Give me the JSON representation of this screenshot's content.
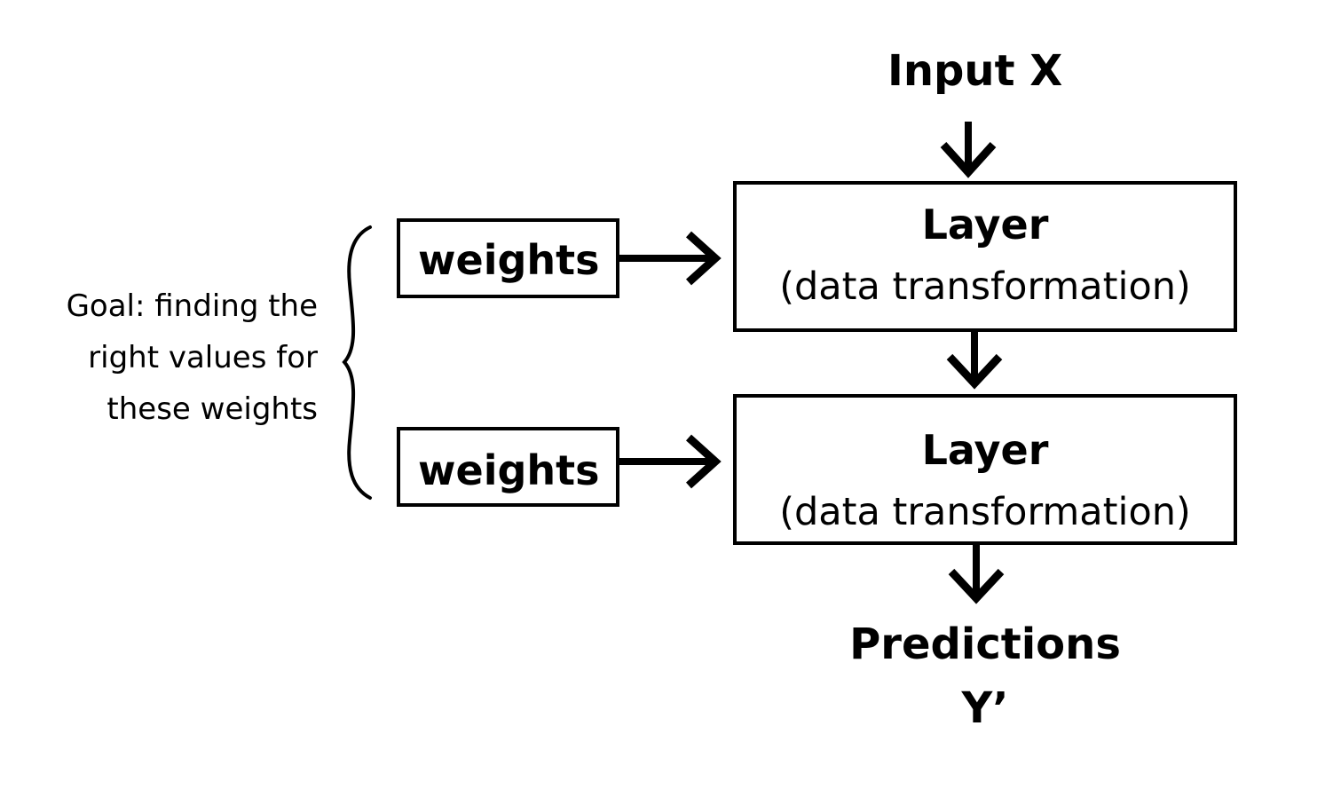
{
  "input_label": "Input X",
  "layers": [
    {
      "name": "Layer",
      "description": "(data transformation)"
    },
    {
      "name": "Layer",
      "description": "(data transformation)"
    }
  ],
  "weights": [
    {
      "label": "weights"
    },
    {
      "label": "weights"
    }
  ],
  "goal": {
    "lines": [
      "Goal: finding the",
      "right values for",
      "these weights"
    ]
  },
  "output": {
    "line1": "Predictions",
    "line2": "Y’"
  }
}
